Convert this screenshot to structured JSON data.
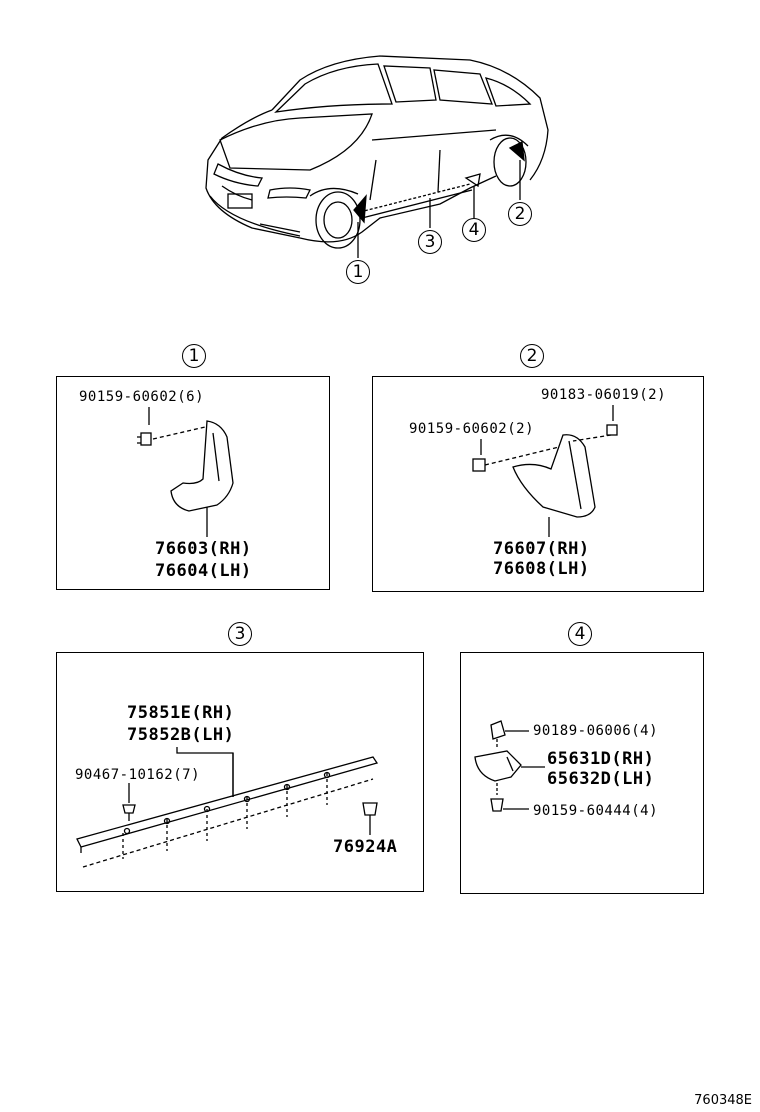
{
  "callouts": {
    "c1": "1",
    "c2": "2",
    "c3": "3",
    "c4": "4"
  },
  "panel1": {
    "bolt_part": "90159-60602(6)",
    "flap_rh": "76603(RH)",
    "flap_lh": "76604(LH)"
  },
  "panel2": {
    "nut_part": "90183-06019(2)",
    "bolt_part": "90159-60602(2)",
    "flap_rh": "76607(RH)",
    "flap_lh": "76608(LH)"
  },
  "panel3": {
    "moulding_rh": "75851E(RH)",
    "moulding_lh": "75852B(LH)",
    "clip_part": "90467-10162(7)",
    "nut_part": "76924A"
  },
  "panel4": {
    "clip_part": "90189-06006(4)",
    "bracket_rh": "65631D(RH)",
    "bracket_lh": "65632D(LH)",
    "screw_part": "90159-60444(4)"
  },
  "footer": {
    "code": "760348E"
  }
}
